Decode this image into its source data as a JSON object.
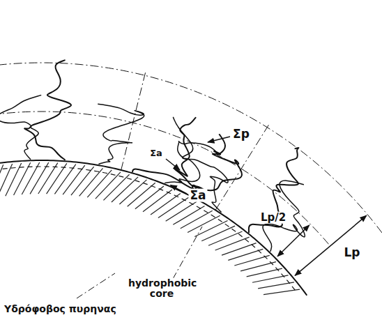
{
  "diagram": {
    "labels": [
      "Σp",
      "Σa",
      "Σa",
      "Lp/2",
      "Lp",
      "hydrophobic core",
      "Υδρόφοβος πυρηνας"
    ]
  }
}
